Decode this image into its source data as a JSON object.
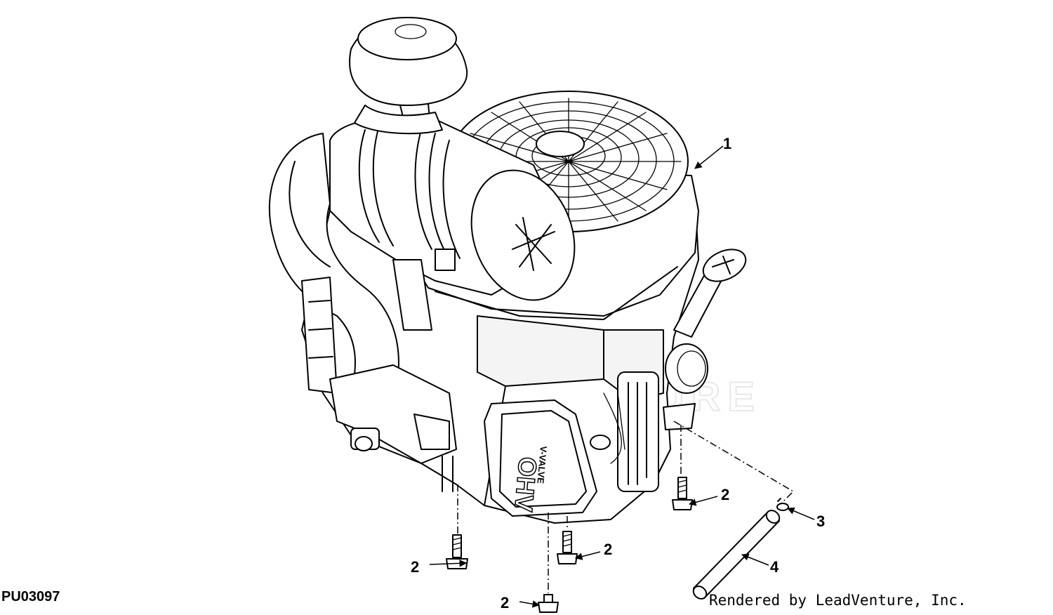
{
  "figure": {
    "id": "PU03097",
    "credit": "Rendered by LeadVenture, Inc."
  },
  "engine_labels": {
    "valve_cover_1": "OHV",
    "valve_cover_2": "V-VALVE"
  },
  "callouts": [
    {
      "key": "engine",
      "label": "1"
    },
    {
      "key": "bolt_a",
      "label": "2"
    },
    {
      "key": "bolt_b",
      "label": "2"
    },
    {
      "key": "bolt_c",
      "label": "2"
    },
    {
      "key": "bolt_d",
      "label": "2"
    },
    {
      "key": "clamp",
      "label": "3"
    },
    {
      "key": "hose",
      "label": "4"
    }
  ]
}
